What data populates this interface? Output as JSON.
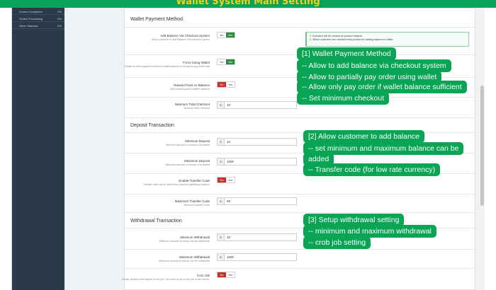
{
  "banner": {
    "title": "Wallet System Main Setting"
  },
  "sidebar": {
    "items": [
      {
        "label": "Orders Completed",
        "count": "0%"
      },
      {
        "label": "Orders Processing",
        "count": "0%"
      },
      {
        "label": "Other Statuses",
        "count": "0%"
      }
    ]
  },
  "wallet_payment": {
    "title": "Wallet Payment Method",
    "notice": [
      "1. A product will be created as product balance",
      "2. Where customer can checkout that product for adding balance to wallet."
    ],
    "add_balance": {
      "label": "Add Balance Via Checkout System",
      "desc": "Allow Customer to Add Balance Via checkout system",
      "no": "No",
      "yes": "Yes"
    },
    "force_wallet": {
      "label": "Force Using Wallet",
      "desc": "Enable all other payment method if wallet balance is enough to pay order total",
      "no": "No",
      "yes": "Yes"
    },
    "reward_point": {
      "label": "Reward Point As Balance",
      "desc": "Add reward point to wallet's balance",
      "no": "No",
      "yes": "Yes"
    },
    "min_checkout": {
      "label": "Minimum Total Checkout",
      "desc": "Minimum total checkout",
      "prefix": "$",
      "value": "10"
    }
  },
  "deposit": {
    "title": "Deposit Transaction",
    "min_deposit": {
      "label": "Minimum Deposit",
      "desc": "Minimum amount of money to be added",
      "prefix": "$",
      "value": "10"
    },
    "max_deposit": {
      "label": "Maximum Deposit",
      "desc": "Maximum amount of money to be added",
      "prefix": "$",
      "value": "1000"
    },
    "transfer_code": {
      "label": "Enable Transfer Code",
      "desc": "Transfer code will be hold when customer add/topup balance",
      "no": "No",
      "yes": "Yes"
    },
    "max_transfer": {
      "label": "Maximum Transfer Code",
      "desc": "Maximum transfer code",
      "prefix": "$",
      "value": "99"
    }
  },
  "withdrawal": {
    "title": "Withdrawal Transaction",
    "min_withdrawal": {
      "label": "Minimum Withdrawal",
      "desc": "Minimum amount of money can be withdrawal",
      "prefix": "$",
      "value": "10"
    },
    "max_withdrawal": {
      "label": "Maximum Withdrawal",
      "desc": "Maximum amount of money can be withdrawal",
      "prefix": "$",
      "value": "1000"
    },
    "cron_job": {
      "label": "Cron Job",
      "desc": "Enable all tasks that require a cron job. You have to set a cron job on the server.",
      "no": "No",
      "yes": "Yes"
    }
  },
  "callouts": {
    "one": [
      "[1] Wallet Payment Method",
      "-- Allow to add balance via checkout system",
      "-- Allow to partially pay order using wallet",
      "-- Allow only pay order if wallet balance sufficient",
      "-- Set minimum checkout"
    ],
    "two": [
      "[2] Allow customer to add balance",
      "-- set minimum and maximum balance can be",
      "added",
      "-- Transfer code (for low rate currency)"
    ],
    "three": [
      "[3] Setup withdrawal setting",
      "-- minimum and maximum withdrawal",
      "-- crob job setting"
    ]
  },
  "colors": {
    "accent_green": "#0aa554",
    "title_yellow": "#f4d21a",
    "yes_green": "#2e8b3c",
    "no_red": "#c9302c"
  }
}
